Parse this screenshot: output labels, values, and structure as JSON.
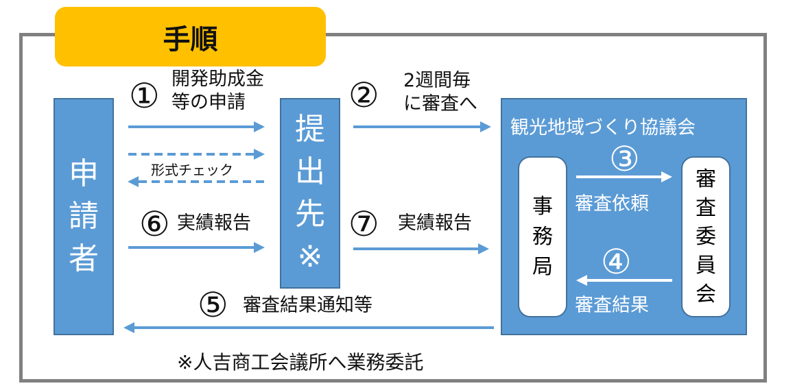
{
  "title": "手順",
  "applicant": [
    "申",
    "請",
    "者"
  ],
  "submission": [
    "提",
    "出",
    "先",
    "※"
  ],
  "council": {
    "title": "観光地域づくり協議会",
    "office": [
      "事",
      "務",
      "局"
    ],
    "committee": [
      "審",
      "査",
      "委",
      "員",
      "会"
    ]
  },
  "steps": {
    "s1": {
      "num": "①",
      "line1": "開発助成金",
      "line2": "等の申請"
    },
    "check": "形式チェック",
    "s2": {
      "num": "②",
      "line1": "2週間毎",
      "line2": "に審査へ"
    },
    "s3": {
      "num": "③",
      "text": "審査依頼"
    },
    "s4": {
      "num": "④",
      "text": "審査結果"
    },
    "s5": {
      "num": "⑤",
      "text": "審査結果通知等"
    },
    "s6": {
      "num": "⑥",
      "text": "実績報告"
    },
    "s7": {
      "num": "⑦",
      "text": "実績報告"
    }
  },
  "footnote": "※人吉商工会議所へ業務委託",
  "colors": {
    "blue": "#5B9BD5",
    "border": "#41719C",
    "yellow": "#FFC000",
    "frame": "#808080"
  }
}
